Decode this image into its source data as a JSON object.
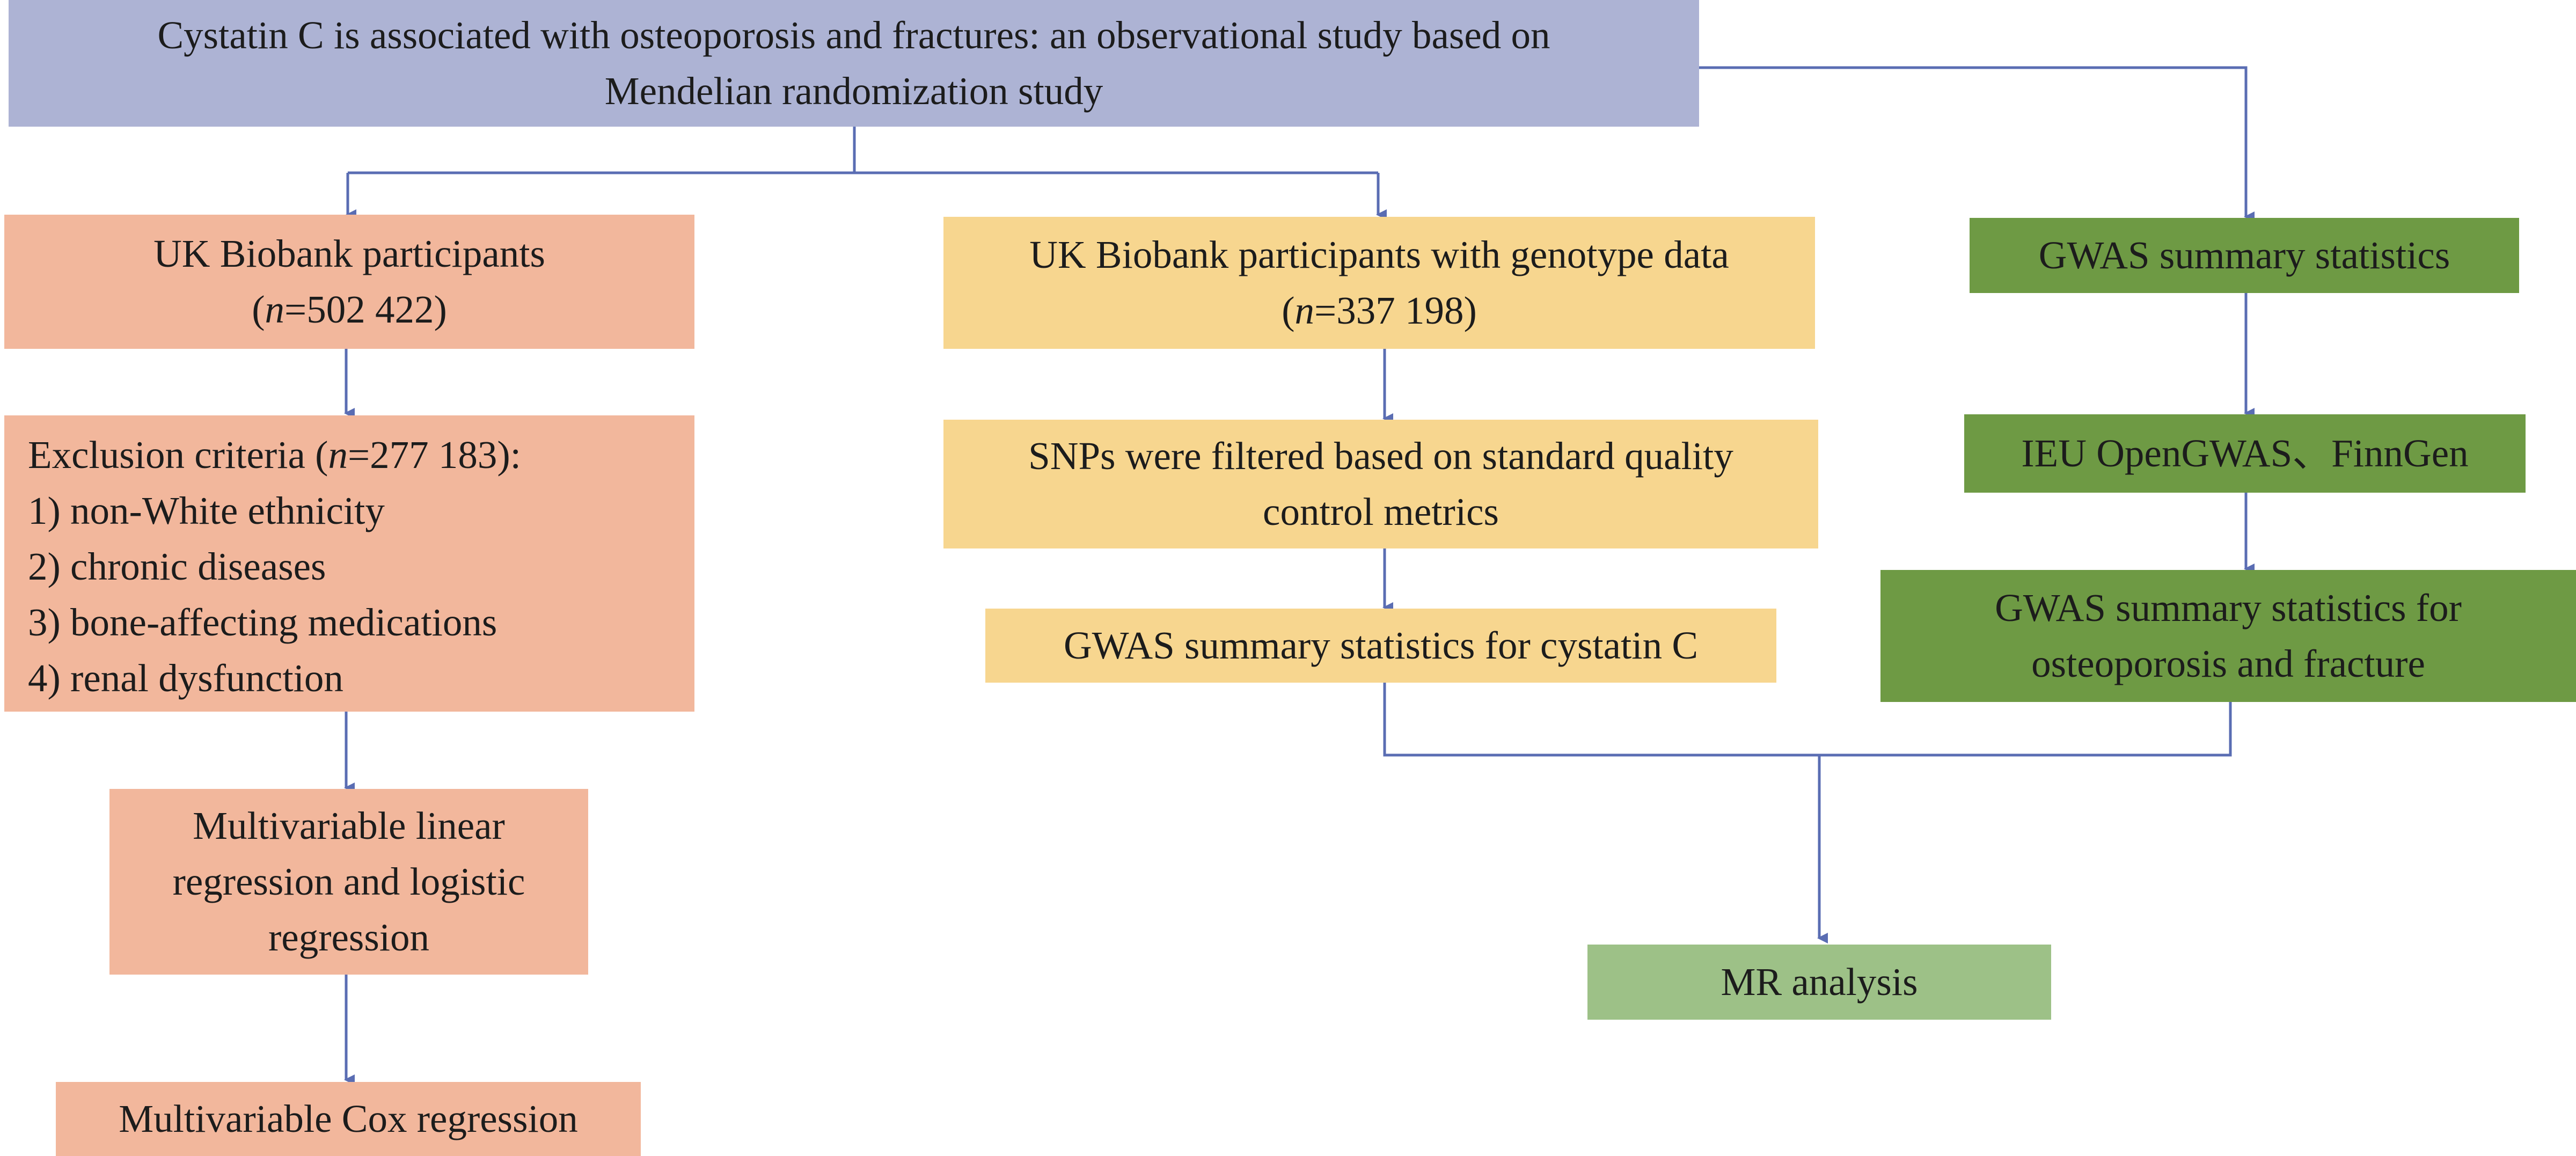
{
  "title": {
    "line1": "Cystatin C is associated with osteoporosis and fractures: an observational study based on",
    "line2": "Mendelian randomization study"
  },
  "observational": {
    "participants": {
      "line1": "UK Biobank participants",
      "n_open": "(",
      "n_label": "n",
      "n_value": "=502 422)"
    },
    "exclusion": {
      "header_prefix": "Exclusion criteria (",
      "header_n": "n",
      "header_suffix": "=277 183):",
      "items": [
        "1) non-White ethnicity",
        "2) chronic diseases",
        "3) bone-affecting medications",
        "4) renal dysfunction"
      ]
    },
    "regression": {
      "line1": "Multivariable linear",
      "line2": "regression and logistic",
      "line3": "regression"
    },
    "cox": {
      "label": "Multivariable Cox regression"
    }
  },
  "genotype": {
    "participants": {
      "line1": "UK Biobank participants with genotype data",
      "n_open": "(",
      "n_label": "n",
      "n_value": "=337 198)"
    },
    "snp_filter": {
      "line1": "SNPs were filtered based on standard quality",
      "line2": "control metrics"
    },
    "gwas_cystatin": {
      "label": "GWAS summary statistics for cystatin C"
    }
  },
  "gwas_branch": {
    "summary": {
      "label": "GWAS summary statistics"
    },
    "sources": {
      "label": "IEU OpenGWAS、FinnGen"
    },
    "outcome": {
      "line1": "GWAS summary statistics for",
      "line2": "osteoporosis and fracture"
    }
  },
  "mr": {
    "label": "MR analysis"
  },
  "colors": {
    "title_fill": "#adb3d4",
    "salmon_fill": "#f2b79c",
    "yellow_fill": "#f7d68f",
    "green_dark_fill": "#6e9a44",
    "green_light_fill": "#9dc187",
    "connector": "#5a6db3"
  }
}
